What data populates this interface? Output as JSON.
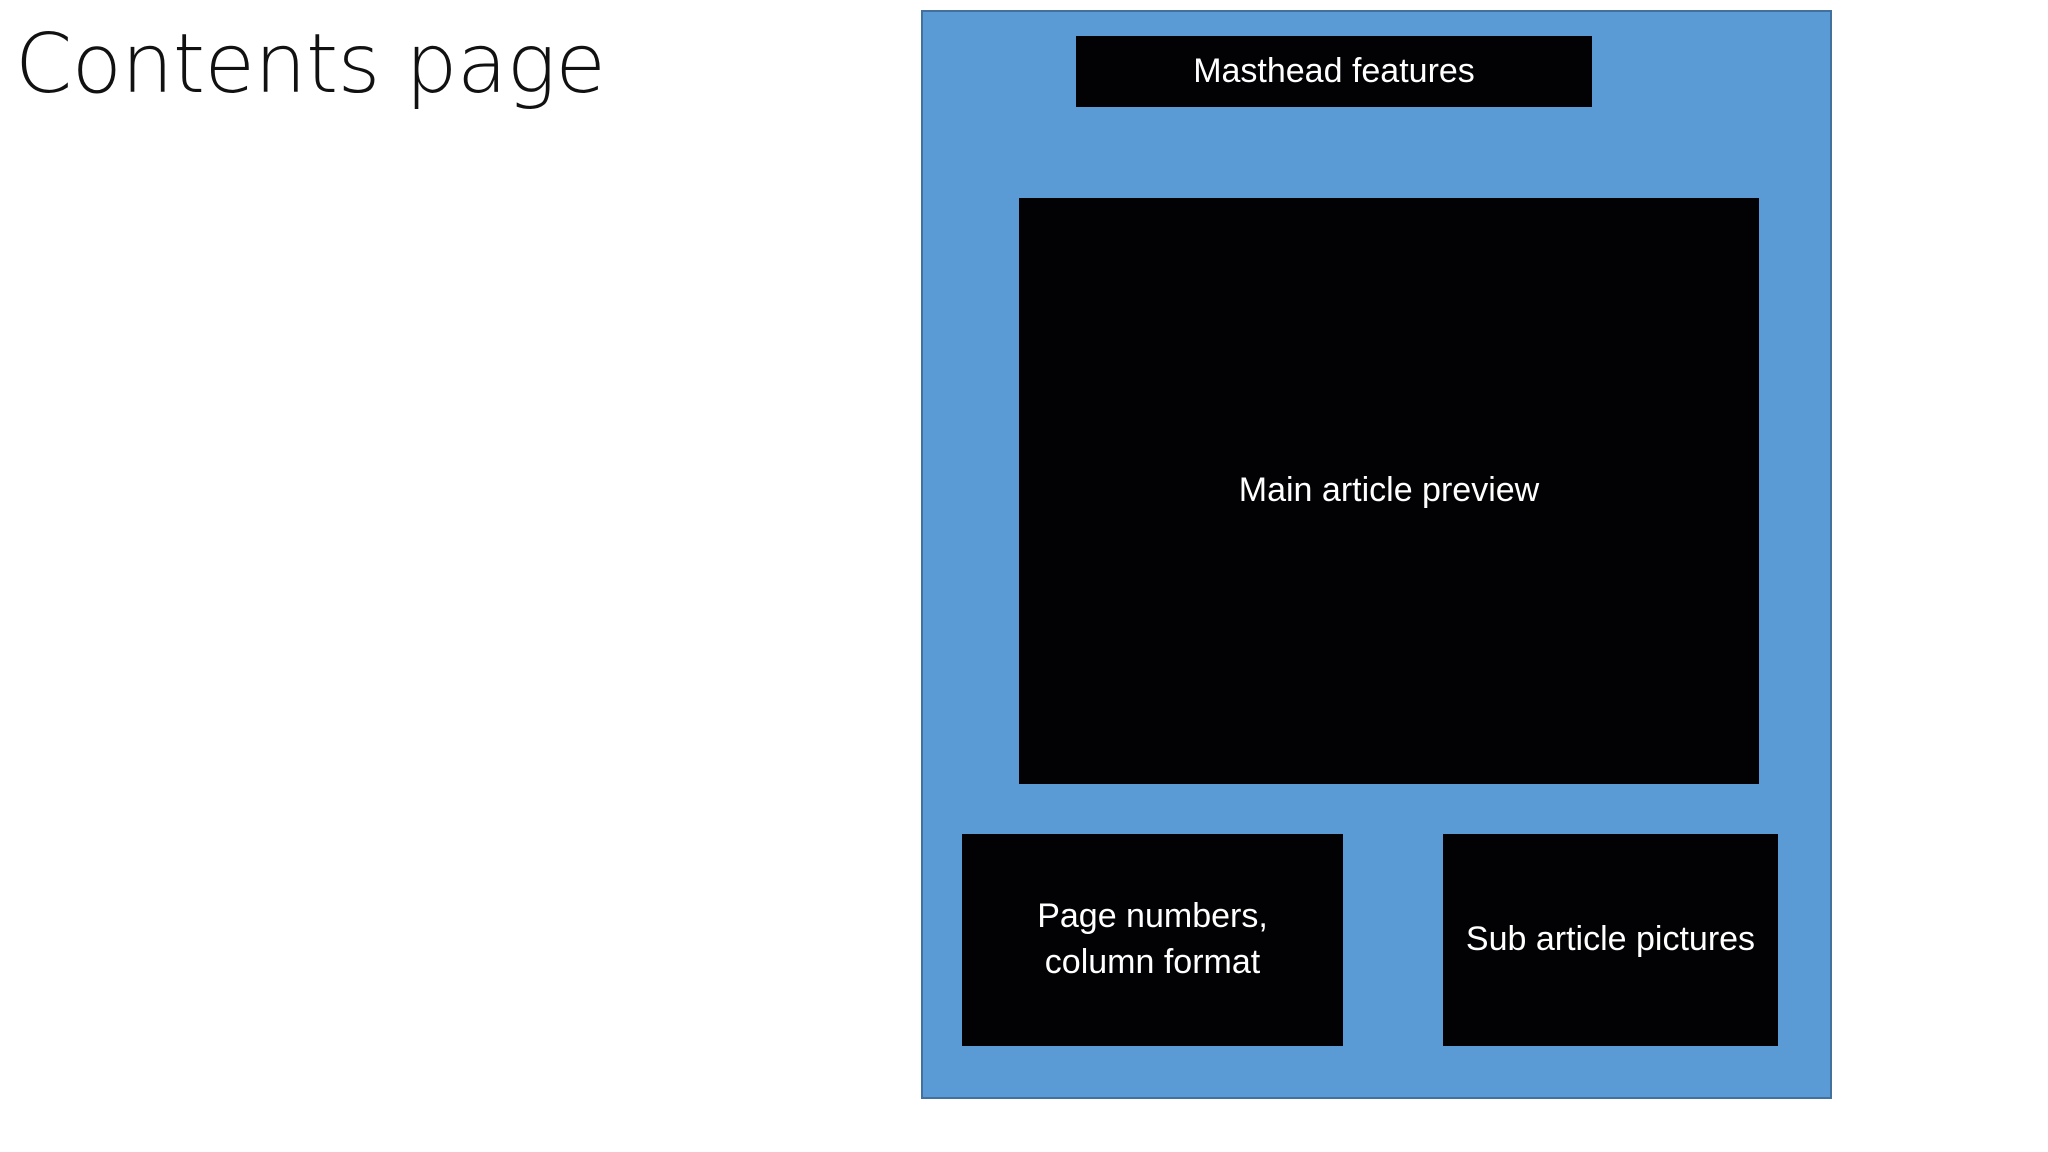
{
  "slide": {
    "title": "Contents page"
  },
  "layout_mockup": {
    "page_color": "#5b9bd5",
    "page_border_color": "#41719c",
    "block_color": "#020204",
    "block_text_color": "#ffffff",
    "blocks": {
      "masthead": {
        "label": "Masthead features"
      },
      "main_article": {
        "label": "Main article preview"
      },
      "page_numbers": {
        "line1": "Page numbers,",
        "line2": "column format"
      },
      "sub_article": {
        "label": "Sub article pictures"
      }
    }
  }
}
